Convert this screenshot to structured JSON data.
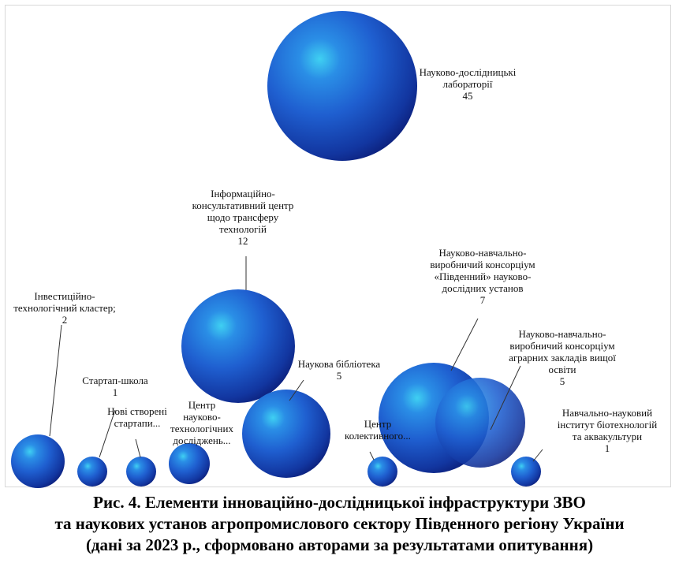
{
  "chart_data": {
    "type": "bubble",
    "title": "",
    "xlabel": "",
    "ylabel": "",
    "series": [
      {
        "points": [
          {
            "label": [
              "Науково-дослідницькі",
              "лабораторії"
            ],
            "value": 45
          },
          {
            "label": [
              "Інформаційно-",
              "консультативний центр",
              "щодо трансферу",
              "технологій"
            ],
            "value": 12
          },
          {
            "label": [
              "Інвестиційно-",
              "технологічний кластер;"
            ],
            "value": 2
          },
          {
            "label": [
              "Стартап-школа"
            ],
            "value": 1
          },
          {
            "label": [
              "Нові створені",
              "стартапи..."
            ],
            "value": null
          },
          {
            "label": [
              "Центр",
              "науково-",
              "технологічних",
              "досліджень..."
            ],
            "value": null
          },
          {
            "label": [
              "Наукова бібліотека"
            ],
            "value": 5
          },
          {
            "label": [
              "Науково-навчально-",
              "виробничий консорціум",
              "«Південний» науково-",
              "дослідних установ"
            ],
            "value": 7
          },
          {
            "label": [
              "Науково-навчально-",
              "виробничий консорціум",
              "аграрних закладів вищої",
              "освіти"
            ],
            "value": 5
          },
          {
            "label": [
              "Центр",
              "колективного..."
            ],
            "value": null
          },
          {
            "label": [
              "Навчально-науковий",
              "інститут біотехнологій",
              "та аквакультури"
            ],
            "value": 1
          }
        ]
      }
    ],
    "colors": {
      "sphere_light": "#3fd0f2",
      "sphere_mid": "#1f5fd0",
      "sphere_dark": "#0c1f7a",
      "leader": "#333333"
    }
  },
  "caption": {
    "line1": "Рис. 4. Елементи інноваційно-дослідницької інфраструктури ЗВО",
    "line2": "та наукових установ агропромислового сектору Південного регіону України",
    "line3": "(дані за 2023 р., сформовано авторами за результатами опитування)"
  }
}
